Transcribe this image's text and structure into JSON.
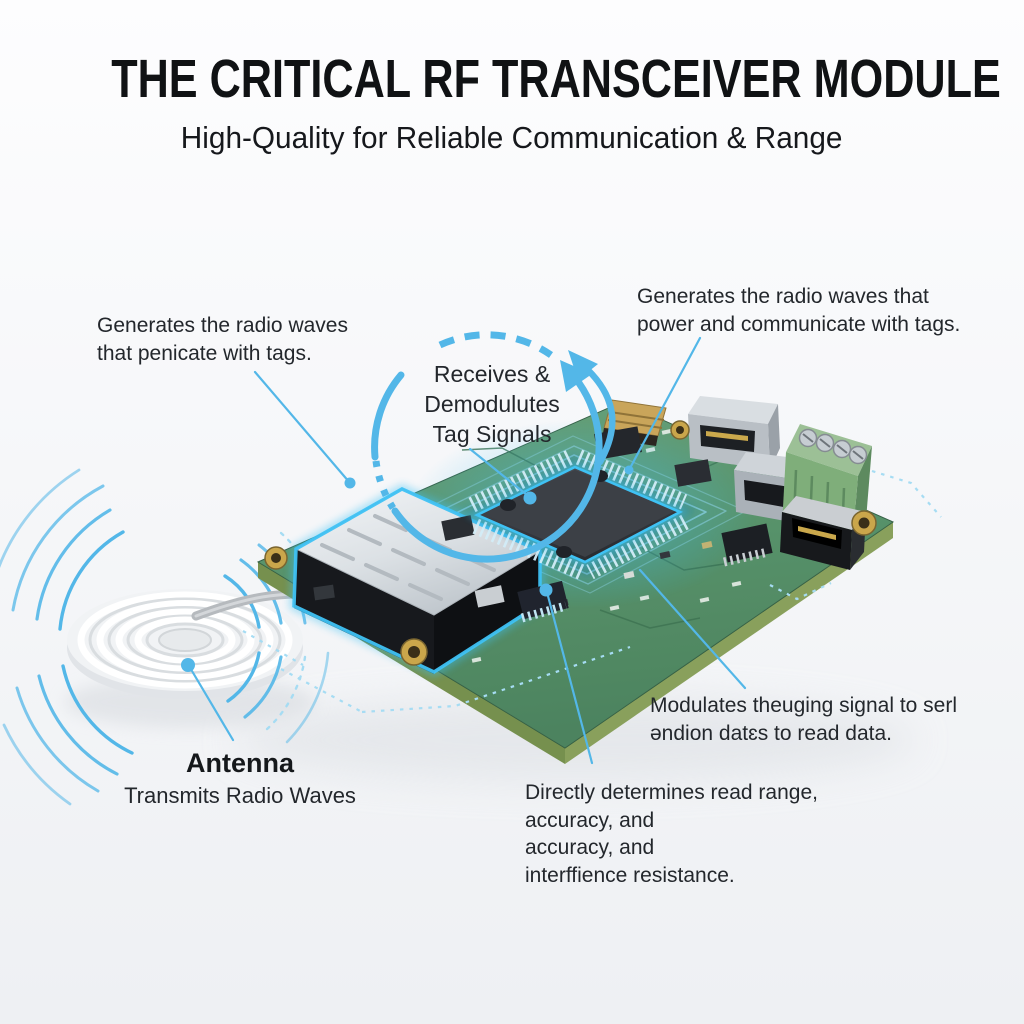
{
  "header": {
    "title": "THE CRITICAL RF TRANSCEIVER MODULE",
    "subtitle": "High-Quality for Reliable Communication & Range"
  },
  "annotations": {
    "left": "Generates the radio waves\nthat penicate with tags.",
    "top_right": "Generates the radio waves that\npower and communicate with tags.",
    "center": "Receives &\nDemodulutes\nTag Signals",
    "right": "Modulates theuging signal to serl\nǝndion datɛs to read data.",
    "bottom": "Directly determines read range,\naccuracy, and\naccuracy, and\ninterffience resistance.",
    "antenna": {
      "title": "Antenna",
      "subtitle": "Transmits Radio Waves"
    }
  },
  "colors": {
    "accent": "#53b7e8",
    "accent_light": "#a6dcf3",
    "glow": "#3fc2f4",
    "pcb_green": "#4b8a5f",
    "pcb_edge": "#84985a",
    "gold": "#c9a64e",
    "shield_silver": "#dfe3e6",
    "chip_dark": "#33363b",
    "terminal_green": "#7fae7a",
    "text": "#1f2327",
    "background": "#f6f7f8"
  }
}
